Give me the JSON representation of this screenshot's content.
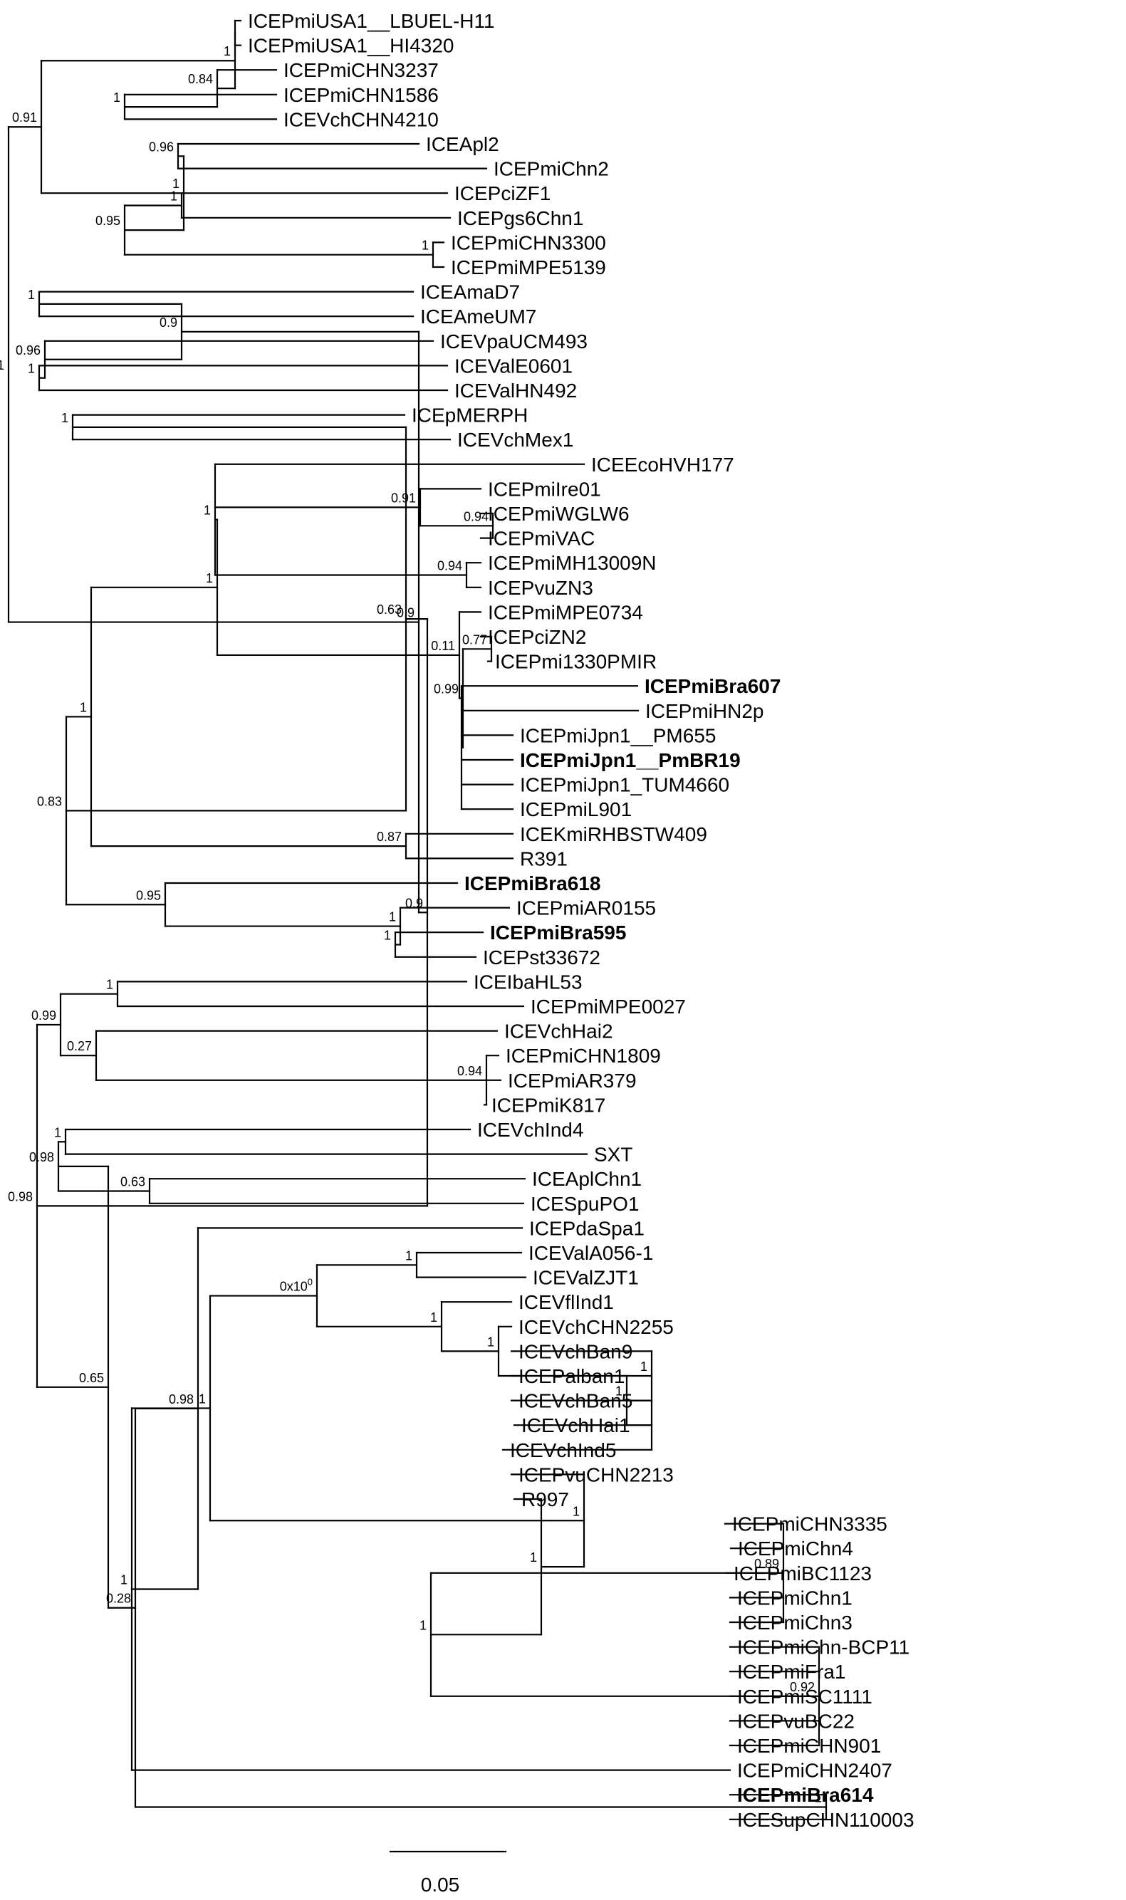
{
  "figure": {
    "scale_bar_label": "0.05"
  },
  "tree": {
    "s": "0.91",
    "c": [
      {
        "s": "0.91",
        "c": [
          {
            "s": "1",
            "c": [
              {
                "s": "",
                "c": [
                  {
                    "l": "ICEPmiUSA1__LBUEL-H11"
                  },
                  {
                    "l": "ICEPmiUSA1__HI4320"
                  }
                ]
              },
              {
                "s": "0.84",
                "c": [
                  {
                    "l": "ICEPmiCHN3237"
                  },
                  {
                    "s": "1",
                    "c": [
                      {
                        "l": "ICEPmiCHN1586"
                      },
                      {
                        "l": "ICEVchCHN4210"
                      }
                    ]
                  }
                ]
              }
            ]
          },
          {
            "s": "1",
            "c": [
              {
                "s": "0.96",
                "c": [
                  {
                    "l": "ICEApl2"
                  },
                  {
                    "l": "ICEPmiChn2"
                  }
                ]
              },
              {
                "s": "0.95",
                "c": [
                  {
                    "s": "1",
                    "c": [
                      {
                        "l": "ICEPciZF1"
                      },
                      {
                        "l": "ICEPgs6Chn1"
                      }
                    ]
                  },
                  {
                    "s": "1",
                    "c": [
                      {
                        "l": "ICEPmiCHN3300"
                      },
                      {
                        "l": "ICEPmiMPE5139"
                      }
                    ]
                  }
                ]
              }
            ]
          }
        ]
      },
      {
        "s": "0.9",
        "c": [
          {
            "s": "0.9",
            "c": [
              {
                "s": "1",
                "c": [
                  {
                    "l": "ICEAmaD7"
                  },
                  {
                    "l": "ICEAmeUM7"
                  }
                ]
              },
              {
                "s": "0.96",
                "c": [
                  {
                    "l": "ICEVpaUCM493"
                  },
                  {
                    "s": "1",
                    "c": [
                      {
                        "l": "ICEValE0601"
                      },
                      {
                        "l": "ICEValHN492"
                      }
                    ]
                  }
                ]
              }
            ]
          },
          {
            "s": "0.9",
            "c": [
              {
                "s": "0.63",
                "c": [
                  {
                    "s": "1",
                    "c": [
                      {
                        "l": "ICEpMERPH"
                      },
                      {
                        "l": "ICEVchMex1"
                      }
                    ]
                  },
                  {
                    "s": "0.83",
                    "c": [
                      {
                        "s": "1",
                        "c": [
                          {
                            "s": "1",
                            "c": [
                              {
                                "s": "1",
                                "c": [
                                  {
                                    "l": "ICEEcoHVH177"
                                  },
                                  {
                                    "s": "0.91",
                                    "c": [
                                      {
                                        "l": "ICEPmiIre01"
                                      },
                                      {
                                        "s": "0.94",
                                        "c": [
                                          {
                                            "l": "ICEPmiWGLW6"
                                          },
                                          {
                                            "l": "ICEPmiVAC"
                                          }
                                        ]
                                      }
                                    ]
                                  },
                                  {
                                    "s": "0.94",
                                    "c": [
                                      {
                                        "l": "ICEPmiMH13009N"
                                      },
                                      {
                                        "l": "ICEPvuZN3"
                                      }
                                    ]
                                  }
                                ]
                              },
                              {
                                "s": "0.11",
                                "c": [
                                  {
                                    "l": "ICEPmiMPE0734"
                                  },
                                  {
                                    "s": "0.99",
                                    "c": [
                                      {
                                        "s": "0.77",
                                        "c": [
                                          {
                                            "l": "ICEPciZN2"
                                          },
                                          {
                                            "l": "ICEPmi1330PMIR"
                                          }
                                        ]
                                      },
                                      {
                                        "s": "",
                                        "c": [
                                          {
                                            "l": "ICEPmiBra607",
                                            "b": 1
                                          },
                                          {
                                            "l": "ICEPmiHN2p"
                                          },
                                          {
                                            "l": "ICEPmiJpn1__PM655"
                                          },
                                          {
                                            "l": "ICEPmiJpn1__PmBR19",
                                            "b": 1
                                          },
                                          {
                                            "l": "ICEPmiJpn1_TUM4660"
                                          },
                                          {
                                            "l": "ICEPmiL901"
                                          }
                                        ]
                                      }
                                    ]
                                  }
                                ]
                              }
                            ]
                          },
                          {
                            "s": "0.87",
                            "c": [
                              {
                                "l": "ICEKmiRHBSTW409"
                              },
                              {
                                "l": "R391"
                              }
                            ]
                          }
                        ]
                      },
                      {
                        "s": "0.95",
                        "c": [
                          {
                            "l": "ICEPmiBra618",
                            "b": 1
                          },
                          {
                            "s": "1",
                            "c": [
                              {
                                "l": "ICEPmiAR0155"
                              },
                              {
                                "s": "1",
                                "c": [
                                  {
                                    "l": "ICEPmiBra595",
                                    "b": 1
                                  },
                                  {
                                    "l": "ICEPst33672"
                                  }
                                ]
                              }
                            ]
                          }
                        ]
                      }
                    ]
                  }
                ]
              },
              {
                "s": "0.98",
                "c": [
                  {
                    "s": "0.99",
                    "c": [
                      {
                        "s": "1",
                        "c": [
                          {
                            "l": "ICEIbaHL53"
                          },
                          {
                            "l": "ICEPmiMPE0027"
                          }
                        ]
                      },
                      {
                        "s": "0.27",
                        "c": [
                          {
                            "l": "ICEVchHai2"
                          },
                          {
                            "s": "0.94",
                            "c": [
                              {
                                "l": "ICEPmiCHN1809"
                              },
                              {
                                "l": "ICEPmiAR379"
                              },
                              {
                                "l": "ICEPmiK817"
                              }
                            ]
                          }
                        ]
                      }
                    ]
                  },
                  {
                    "s": "0.65",
                    "c": [
                      {
                        "s": "0.98",
                        "c": [
                          {
                            "s": "1",
                            "c": [
                              {
                                "l": "ICEVchInd4"
                              },
                              {
                                "l": "SXT"
                              }
                            ]
                          },
                          {
                            "s": "0.63",
                            "c": [
                              {
                                "l": "ICEAplChn1"
                              },
                              {
                                "l": "ICESpuPO1"
                              }
                            ]
                          }
                        ]
                      },
                      {
                        "s": "0.28",
                        "c": [
                          {
                            "s": "0.98",
                            "c": [
                              {
                                "l": "ICEPdaSpa1"
                              },
                              {
                                "s": "1",
                                "c": [
                                  {
                                    "s": "1",
                                    "c": [
                                      {
                                        "s": "0x10^0",
                                        "c": [
                                          {
                                            "s": "1",
                                            "c": [
                                              {
                                                "l": "ICEValA056-1"
                                              },
                                              {
                                                "l": "ICEValZJT1"
                                              }
                                            ]
                                          },
                                          {
                                            "s": "1",
                                            "c": [
                                              {
                                                "l": "ICEVflInd1"
                                              },
                                              {
                                                "s": "1",
                                                "c": [
                                                  {
                                                    "l": "ICEVchCHN2255"
                                                  },
                                                  {
                                                    "s": "1",
                                                    "c": [
                                                      {
                                                        "l": "ICEVchBan9"
                                                      },
                                                      {
                                                        "s": "1",
                                                        "c": [
                                                          {
                                                            "l": "ICEPalban1"
                                                          },
                                                          {
                                                            "s": "",
                                                            "c": [
                                                              {
                                                                "l": "ICEVchBan5"
                                                              },
                                                              {
                                                                "l": "ICEVchHai1"
                                                              },
                                                              {
                                                                "l": "ICEVchInd5"
                                                              }
                                                            ]
                                                          }
                                                        ]
                                                      }
                                                    ]
                                                  }
                                                ]
                                              }
                                            ]
                                          }
                                        ]
                                      },
                                      {
                                        "s": "1",
                                        "c": [
                                          {
                                            "l": "ICEPvuCHN2213"
                                          },
                                          {
                                            "s": "1",
                                            "c": [
                                              {
                                                "l": "R997"
                                              },
                                              {
                                                "s": "1",
                                                "c": [
                                                  {
                                                    "s": "0.89",
                                                    "c": [
                                                      {
                                                        "l": "ICEPmiCHN3335"
                                                      },
                                                      {
                                                        "l": "ICEPmiChn4"
                                                      },
                                                      {
                                                        "l": "ICEPmiBC1123"
                                                      },
                                                      {
                                                        "l": "ICEPmiChn1"
                                                      },
                                                      {
                                                        "l": "ICEPmiChn3"
                                                      }
                                                    ]
                                                  },
                                                  {
                                                    "s": "0.92",
                                                    "c": [
                                                      {
                                                        "l": "ICEPmiChn-BCP11"
                                                      },
                                                      {
                                                        "l": "ICEPmiFra1"
                                                      },
                                                      {
                                                        "l": "ICEPmiSC1111"
                                                      },
                                                      {
                                                        "l": "ICEPvuBC22"
                                                      },
                                                      {
                                                        "l": "ICEPmiCHN901"
                                                      }
                                                    ]
                                                  }
                                                ]
                                              }
                                            ]
                                          }
                                        ]
                                      }
                                    ]
                                  },
                                  {
                                    "l": "ICEPmiCHN2407"
                                  }
                                ]
                              }
                            ]
                          },
                          {
                            "s": "1",
                            "c": [
                              {
                                "l": "ICEPmiBra614",
                                "b": 1
                              },
                              {
                                "l": "ICESupCHN110003"
                              }
                            ]
                          }
                        ]
                      }
                    ]
                  }
                ]
              }
            ]
          }
        ]
      }
    ]
  }
}
